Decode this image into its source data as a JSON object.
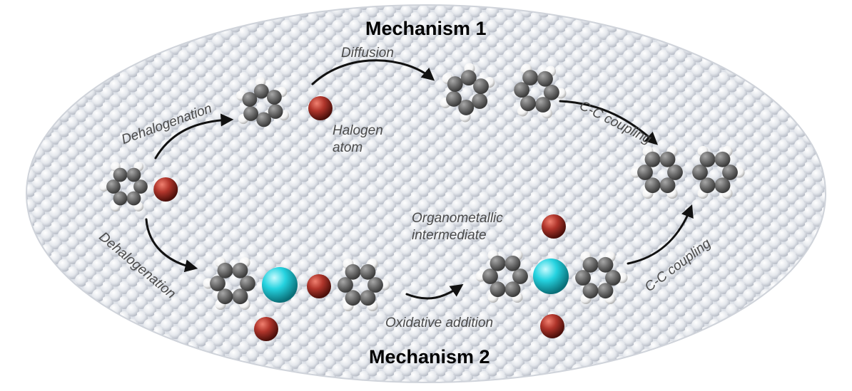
{
  "titles": {
    "mechanism1": "Mechanism 1",
    "mechanism2": "Mechanism 2"
  },
  "labels": {
    "dehalogenation_top": "Dehalogenation",
    "dehalogenation_bottom": "Dehalogenation",
    "diffusion": "Diffusion",
    "halogen_atom": "Halogen\natom",
    "cc_coupling_top": "C-C coupling",
    "cc_coupling_bottom": "C-C coupling",
    "organometallic": "Organometallic\nintermediate",
    "oxidative_addition": "Oxidative addition"
  },
  "colors": {
    "background": "#ffffff",
    "surface": "#dde1e8",
    "carbon": "#6a6a6a",
    "hydrogen": "#ffffff",
    "halogen": "#b0352b",
    "metal": "#25d3e0",
    "arrow": "#111111",
    "text": "#4a4a4a"
  }
}
